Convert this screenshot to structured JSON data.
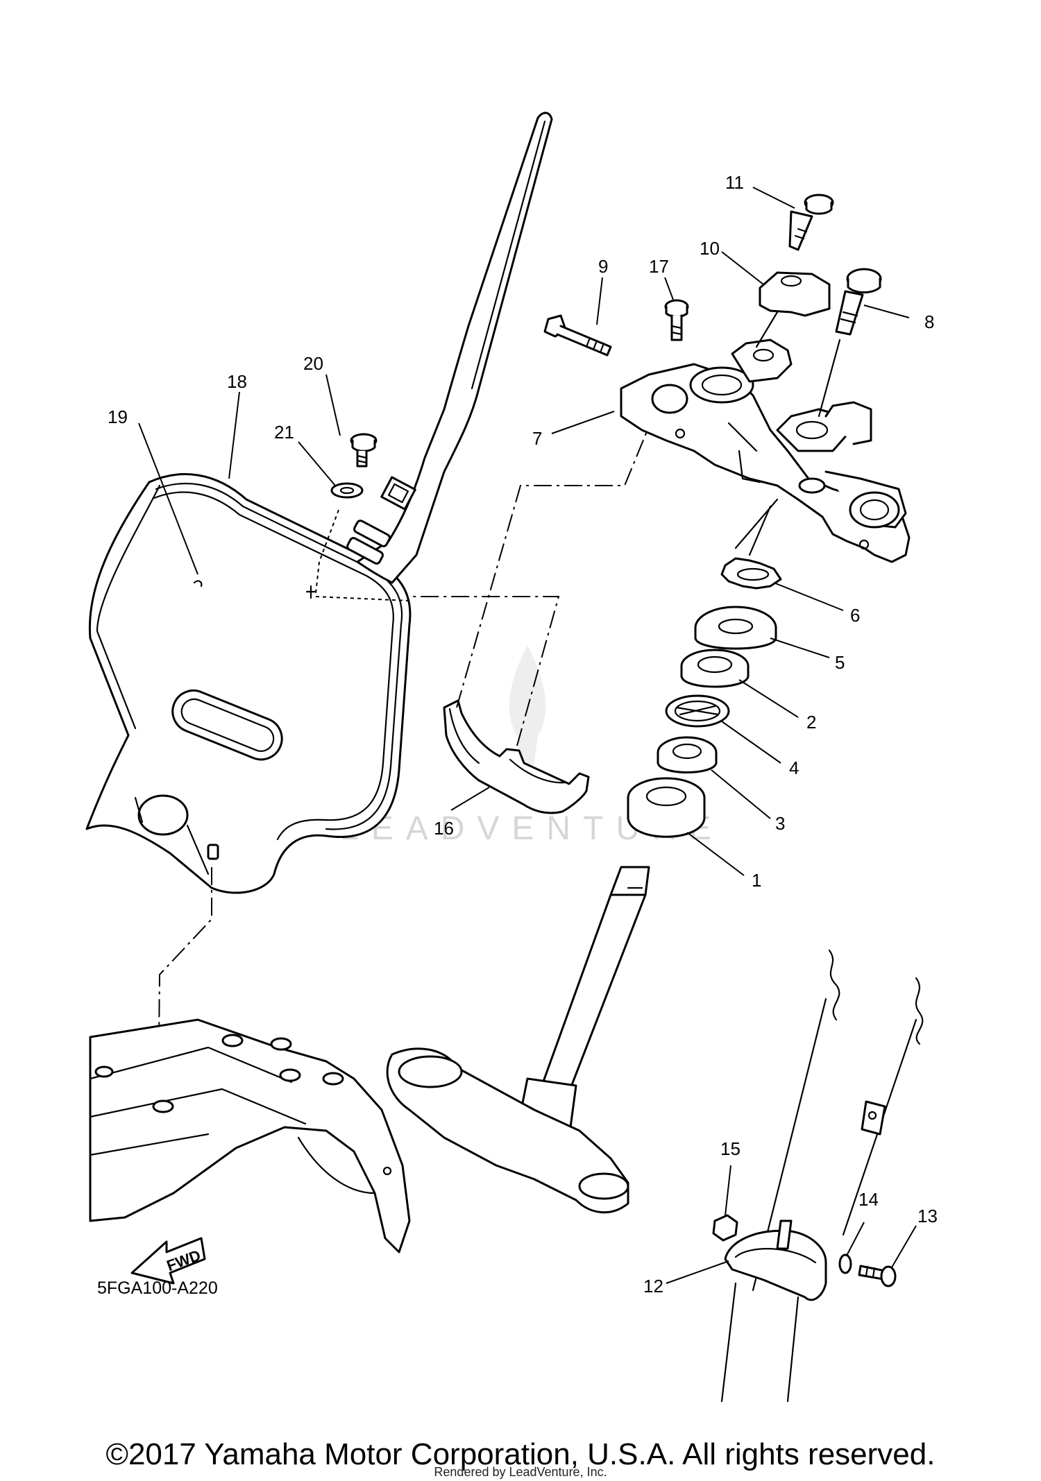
{
  "diagram": {
    "code": "5FGA100-A220",
    "fwd_label": "FWD",
    "watermark": "LEADVENTURE",
    "callouts": [
      "1",
      "2",
      "3",
      "4",
      "5",
      "6",
      "7",
      "8",
      "9",
      "10",
      "11",
      "12",
      "13",
      "14",
      "15",
      "16",
      "17",
      "18",
      "19",
      "20",
      "21"
    ]
  },
  "footer": {
    "copyright": "©2017 Yamaha Motor Corporation, U.S.A. All rights reserved.",
    "rendered_by": "Rendered by LeadVenture, Inc."
  }
}
